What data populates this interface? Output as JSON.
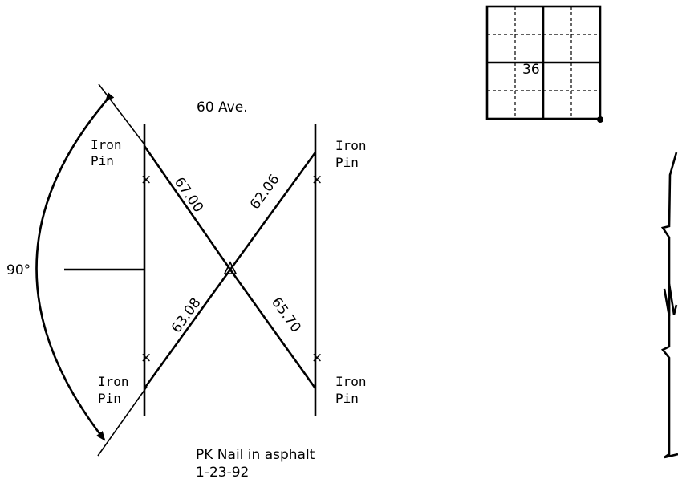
{
  "street_label": "60 Ave.",
  "angle_label": "90°",
  "pins": {
    "top_left": [
      "Iron",
      "Pin"
    ],
    "top_right": [
      "Iron",
      "Pin"
    ],
    "bottom_left": [
      "Iron",
      "Pin"
    ],
    "bottom_right": [
      "Iron",
      "Pin"
    ]
  },
  "distances": {
    "top_left": "67.00",
    "top_right": "62.06",
    "bottom_left": "63.08",
    "bottom_right": "65.70"
  },
  "benchmark": {
    "description": "PK Nail in asphalt",
    "date": "1-23-92"
  },
  "section_number": "36"
}
